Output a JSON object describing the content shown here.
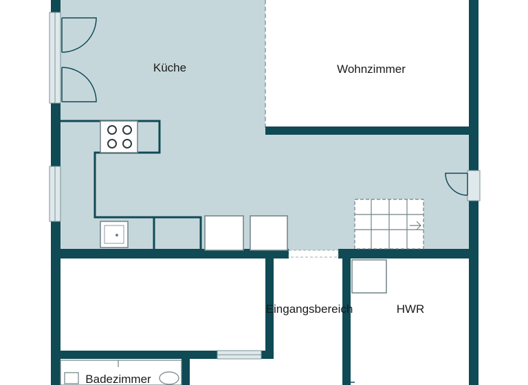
{
  "rooms": {
    "kitchen": "Küche",
    "living": "Wohnzimmer",
    "entrance": "Eingangsbereich",
    "utility": "HWR",
    "bathroom": "Badezimmer"
  },
  "colors": {
    "wall": "#0f4a55",
    "kitchen_floor": "#c6d7db",
    "room_floor": "#ffffff",
    "fixture_stroke": "#7a8a8e"
  }
}
